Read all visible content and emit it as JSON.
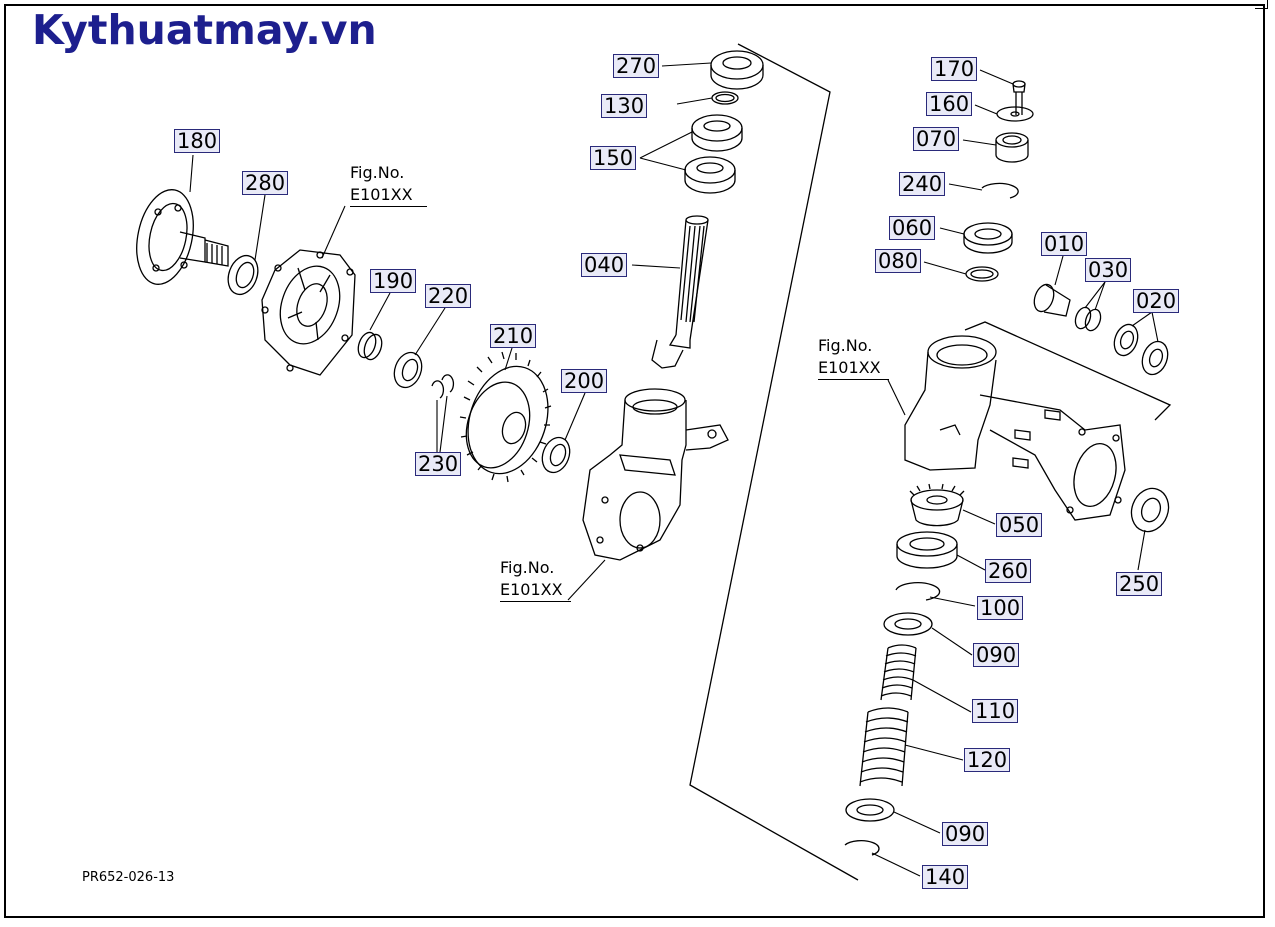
{
  "watermark": "Kythuatmay.vn",
  "drawing_code": "PR652-026-13",
  "fig_refs": [
    {
      "line1": "Fig.No.",
      "line2": "E101XX"
    },
    {
      "line1": "Fig.No.",
      "line2": "E101XX"
    },
    {
      "line1": "Fig.No.",
      "line2": "E101XX"
    }
  ],
  "parts": {
    "p180": "180",
    "p280": "280",
    "p190": "190",
    "p220": "220",
    "p210": "210",
    "p200": "200",
    "p230": "230",
    "p270": "270",
    "p130": "130",
    "p150": "150",
    "p040": "040",
    "p170": "170",
    "p160": "160",
    "p070": "070",
    "p240": "240",
    "p060": "060",
    "p080": "080",
    "p010": "010",
    "p030": "030",
    "p020": "020",
    "p050": "050",
    "p260": "260",
    "p250": "250",
    "p100": "100",
    "p090a": "090",
    "p110": "110",
    "p120": "120",
    "p090b": "090",
    "p140": "140"
  }
}
